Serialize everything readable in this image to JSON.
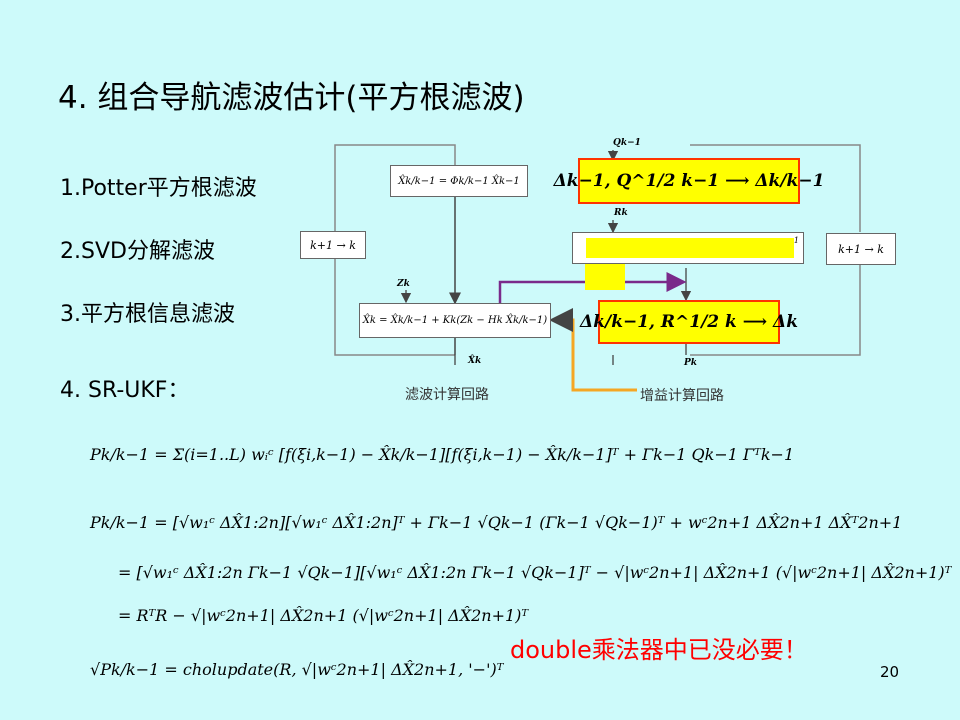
{
  "title": "4. 组合导航滤波估计(平方根滤波)",
  "methods": [
    "1.Potter平方根滤波",
    "2.SVD分解滤波",
    "3.平方根信息滤波",
    "4. SR-UKF："
  ],
  "diagram": {
    "predict_box": "X̂k/k−1 = Φk/k−1 X̂k−1",
    "update_box": "X̂k = X̂k/k−1 + Kk(Zk − Hk X̂k/k−1)",
    "loop_left": "k+1 → k",
    "loop_right": "k+1 → k",
    "q_in": "Qk−1",
    "r_in": "Rk",
    "z_in": "Zk",
    "x_out": "X̂k",
    "p_out": "Pk",
    "yellow_top": "Δk−1, Q^1/2 k−1 ⟶ Δk/k−1",
    "yellow_bottom": "Δk/k−1, R^1/2 k ⟶ Δk",
    "gain_tail": "-1",
    "caption_filter": "滤波计算回路",
    "caption_gain": "增益计算回路"
  },
  "equations": {
    "eq1": "Pk/k−1 = Σ(i=1..L) wᵢᶜ [f(ξi,k−1) − X̂k/k−1][f(ξi,k−1) − X̂k/k−1]ᵀ + Γk−1 Qk−1 Γᵀk−1",
    "eq2": "Pk/k−1 = [√w₁ᶜ ΔX̂1:2n][√w₁ᶜ ΔX̂1:2n]ᵀ + Γk−1 √Qk−1 (Γk−1 √Qk−1)ᵀ + wᶜ2n+1 ΔX̂2n+1 ΔX̂ᵀ2n+1",
    "eq3": "= [√w₁ᶜ ΔX̂1:2n   Γk−1 √Qk−1][√w₁ᶜ ΔX̂1:2n   Γk−1 √Qk−1]ᵀ − √|wᶜ2n+1| ΔX̂2n+1 (√|wᶜ2n+1| ΔX̂2n+1)ᵀ",
    "eq4": "= RᵀR − √|wᶜ2n+1| ΔX̂2n+1 (√|wᶜ2n+1| ΔX̂2n+1)ᵀ",
    "eq5": "√Pk/k−1 = cholupdate(R, √|wᶜ2n+1| ΔX̂2n+1, '−')ᵀ"
  },
  "note": "double乘法器中已没必要！",
  "page_number": "20"
}
